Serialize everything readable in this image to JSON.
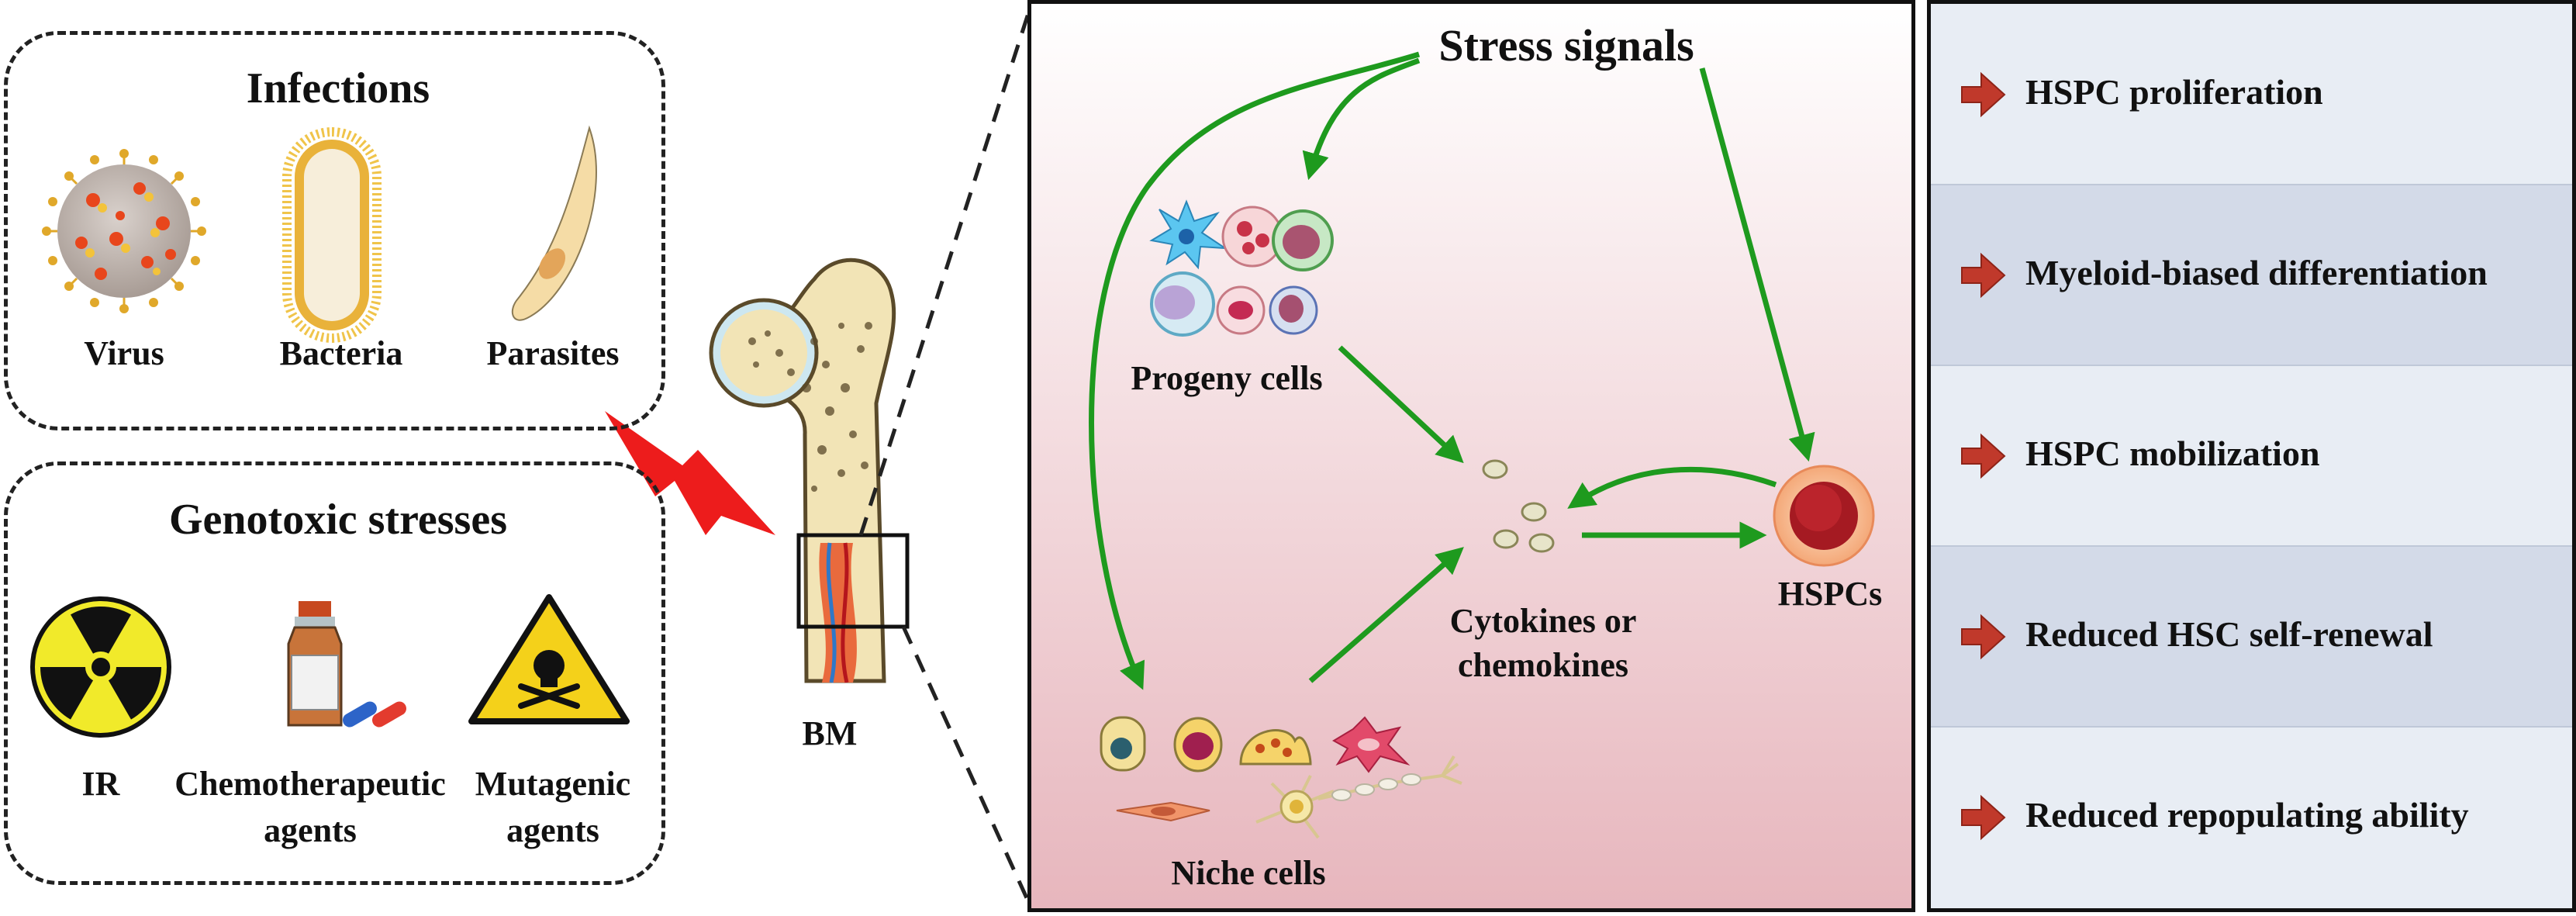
{
  "infections": {
    "title": "Infections",
    "items": [
      "Virus",
      "Bacteria",
      "Parasites"
    ]
  },
  "genotoxic": {
    "title": "Genotoxic stresses",
    "items": [
      {
        "line1": "IR",
        "line2": ""
      },
      {
        "line1": "Chemotherapeutic",
        "line2": "agents"
      },
      {
        "line1": "Mutagenic",
        "line2": "agents"
      }
    ]
  },
  "bone": {
    "label": "BM"
  },
  "center": {
    "stress_signals": "Stress signals",
    "progeny_cells": "Progeny cells",
    "cytokines_line1": "Cytokines or",
    "cytokines_line2": "chemokines",
    "hspcs": "HSPCs",
    "niche_cells": "Niche cells"
  },
  "outcomes": [
    "HSPC proliferation",
    "Myeloid-biased differentiation",
    "HSPC mobilization",
    "Reduced HSC self-renewal",
    "Reduced repopulating ability"
  ],
  "colors": {
    "arrow_green": "#1e9a1e",
    "outcome_arrow": "#c0392b",
    "row_light": "#e8edf4",
    "row_dark": "#d3dae8",
    "bolt": "#e8171c",
    "panel_top": "#ffffff",
    "panel_bottom": "#e8b9bf"
  }
}
